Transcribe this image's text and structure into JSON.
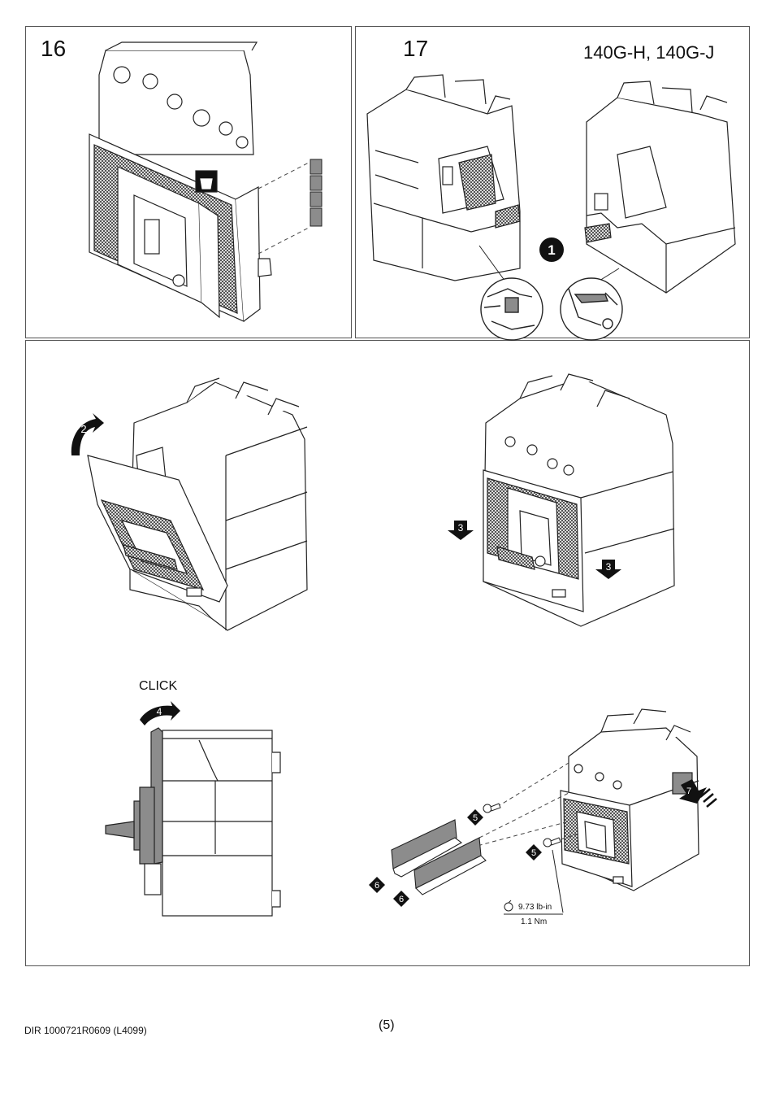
{
  "steps": {
    "s16": "16",
    "s17": "17"
  },
  "models": "140G-H, 140G-J",
  "callouts": {
    "c1": "1",
    "c2": "2",
    "c3": "3",
    "c4": "4",
    "c5": "5",
    "c6": "6",
    "c7": "7"
  },
  "click_label": "CLICK",
  "torque": {
    "imperial": "9.73 lb-in",
    "metric": "1.1 Nm"
  },
  "footer": {
    "document": "DIR 1000721R0609 (L4099)",
    "page": "(5)"
  },
  "colors": {
    "line": "#222222",
    "panel_border": "#555555",
    "hatch": "#333333",
    "grey_part": "#8c8c8c",
    "callout_fill": "#111111"
  }
}
